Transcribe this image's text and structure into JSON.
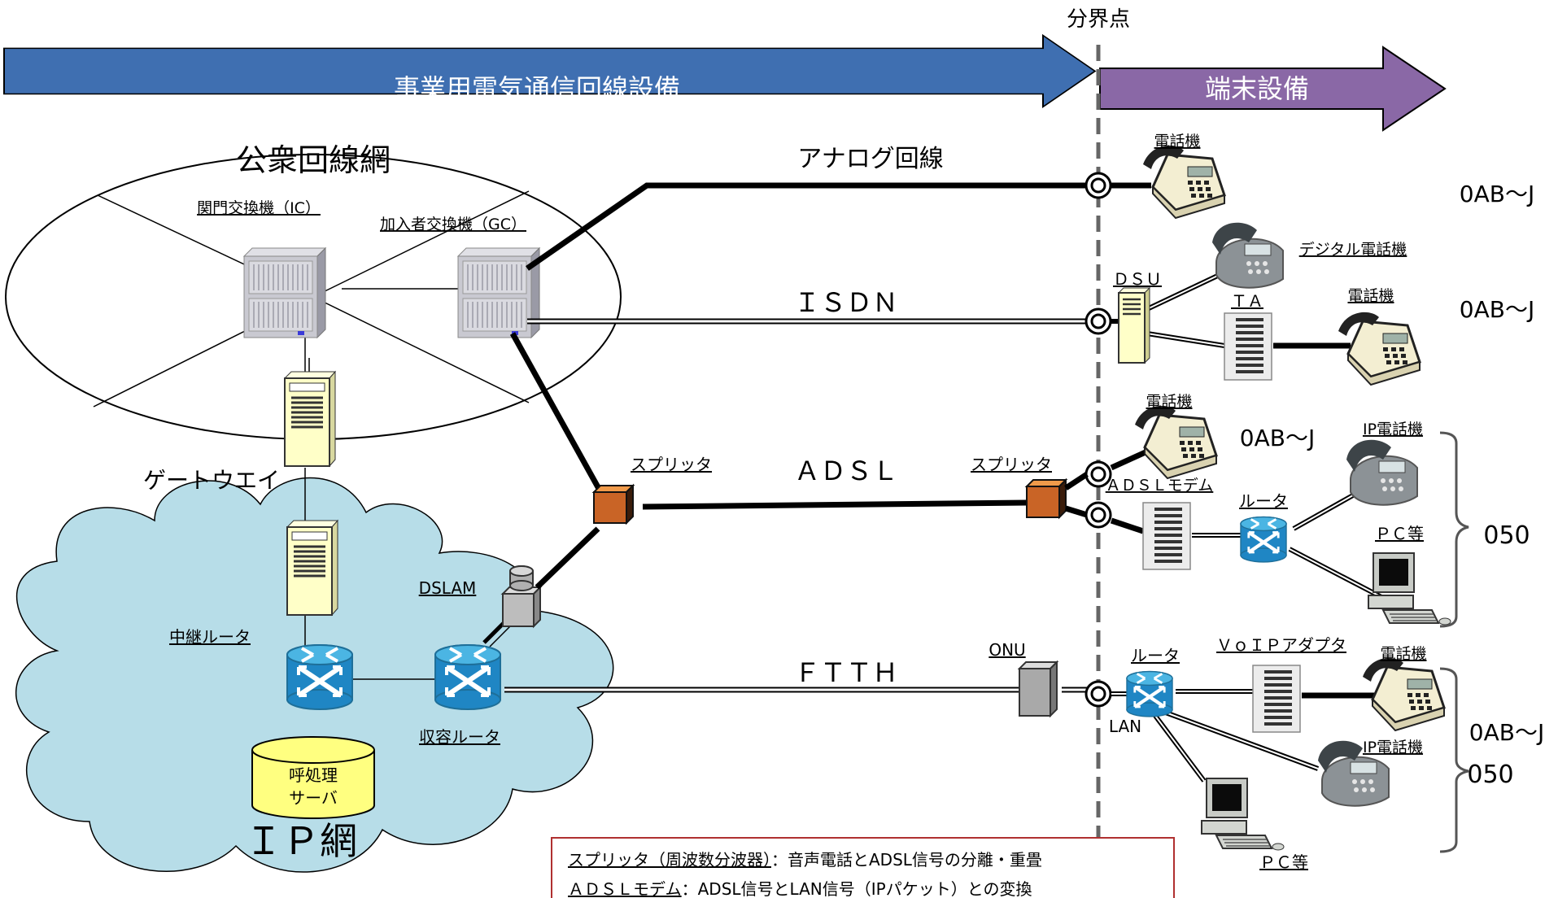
{
  "demarcation": {
    "label": "分界点"
  },
  "banners": {
    "carrier": "事業用電気通信回線設備",
    "terminal": "端末設備",
    "carrier_color": "#3f6fb1",
    "terminal_color": "#8a68a6"
  },
  "public_network": {
    "title": "公衆回線網",
    "ic_label": "関門交換機（IC）",
    "gc_label": "加入者交換機（GC）"
  },
  "gateway": {
    "label": "ゲートウエイ"
  },
  "ip_network": {
    "title": "ＩＰ網",
    "relay_router": "中継ルータ",
    "edge_router": "収容ルータ",
    "dslam": "DSLAM",
    "call_server_line1": "呼処理",
    "call_server_line2": "サーバ",
    "cloud_color": "#b7dde8",
    "server_color": "#ffff80"
  },
  "lines": {
    "analog": "アナログ回線",
    "isdn": "ＩＳＤＮ",
    "adsl": "ＡＤＳＬ",
    "ftth": "ＦＴＴＨ"
  },
  "devices": {
    "phone_analog": "電話機",
    "digital_phone": "デジタル電話機",
    "dsu": "ＤＳＵ",
    "ta": "ＴＡ",
    "phone_isdn": "電話機",
    "splitter_carrier": "スプリッタ",
    "splitter_user": "スプリッタ",
    "phone_adsl": "電話機",
    "adsl_modem": "ＡＤＳＬモデム",
    "router_adsl": "ルータ",
    "ip_phone_adsl": "IP電話機",
    "pc_adsl": "ＰＣ等",
    "onu": "ONU",
    "router_ftth": "ルータ",
    "lan": "LAN",
    "voip_adapter": "ＶｏＩＰアダプタ",
    "phone_ftth": "電話機",
    "ip_phone_ftth": "IP電話機",
    "pc_ftth": "ＰＣ等"
  },
  "numbers": {
    "analog": "0AB～J",
    "isdn": "0AB～J",
    "adsl_phone": "0AB～J",
    "adsl_ip": "050",
    "ftth_phone": "0AB～J",
    "ftth_ip": "050"
  },
  "notes": {
    "splitter_term": "スプリッタ（周波数分波器）",
    "splitter_desc": "：音声電話とADSL信号の分離・重畳",
    "modem_term": "ＡＤＳＬモデム",
    "modem_desc": "：ADSL信号とLAN信号（IPパケット）との変換"
  }
}
